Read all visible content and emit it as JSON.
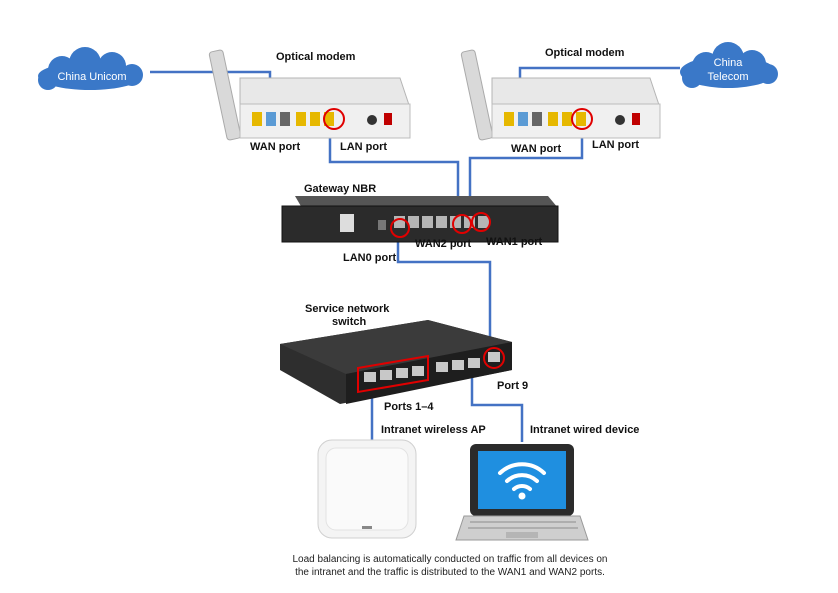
{
  "clouds": {
    "left": "China Unicom",
    "right_line1": "China",
    "right_line2": "Telecom"
  },
  "labels": {
    "optical_modem_left": "Optical modem",
    "optical_modem_right": "Optical modem",
    "wan_port_left": "WAN port",
    "lan_port_left": "LAN port",
    "wan_port_right": "WAN port",
    "lan_port_right": "LAN port",
    "gateway": "Gateway NBR",
    "wan2_port": "WAN2 port",
    "wan1_port": "WAN1 port",
    "lan0_port": "LAN0 port",
    "switch_line1": "Service network",
    "switch_line2": "switch",
    "port9": "Port 9",
    "ports_1_4": "Ports 1–4",
    "wireless_ap": "Intranet wireless AP",
    "wired_device": "Intranet wired device"
  },
  "caption": {
    "line1": "Load balancing is automatically conducted on traffic from all devices on",
    "line2": "the intranet and the traffic is distributed to the WAN1 and WAN2 ports."
  },
  "colors": {
    "cable": "#4472c4",
    "highlight": "#e00000",
    "cloud": "#3a78c8"
  }
}
